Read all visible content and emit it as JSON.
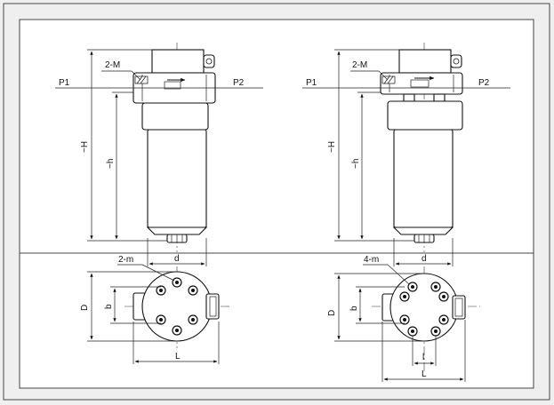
{
  "diagram": {
    "left": {
      "port_label": "2-M",
      "inlet": "P1",
      "outlet": "P2",
      "height_total": "~H",
      "height_inner": "~h",
      "diameter": "d",
      "mount_holes": "2-m",
      "width": "D",
      "spacing": "b",
      "length": "L"
    },
    "right": {
      "port_label": "2-M",
      "inlet": "P1",
      "outlet": "P2",
      "height_total": "~H",
      "height_inner": "~h",
      "diameter": "d",
      "mount_holes": "4-m",
      "width": "D",
      "spacing": "b",
      "hole_distance": "l",
      "length": "L"
    }
  }
}
